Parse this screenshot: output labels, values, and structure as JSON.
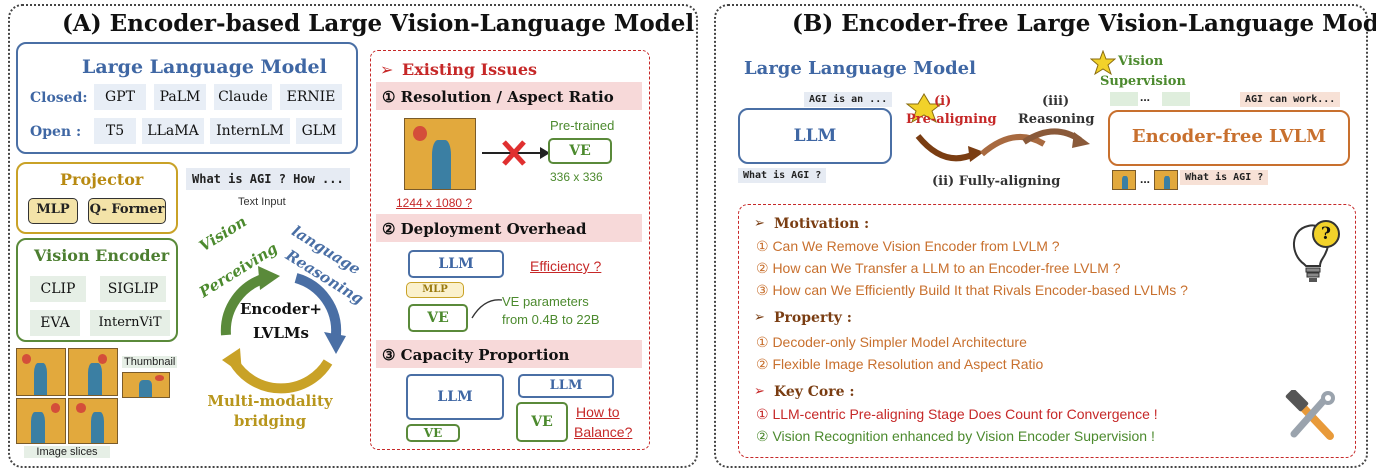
{
  "left_panel": {
    "title": "(A) Encoder-based Large Vision-Language Model",
    "llm_box": {
      "title": "Large Language Model",
      "closed_label": "Closed:",
      "closed_models": [
        "GPT",
        "PaLM",
        "Claude",
        "ERNIE"
      ],
      "open_label": "Open :",
      "open_models": [
        "T5",
        "LLaMA",
        "InternLM",
        "GLM"
      ]
    },
    "projector": {
      "title": "Projector",
      "items": [
        "MLP",
        "Q- Former"
      ]
    },
    "text_input": {
      "value": "What is AGI ? How ...",
      "caption": "Text Input"
    },
    "vision_encoder": {
      "title": "Vision Encoder",
      "items": [
        "CLIP",
        "SIGLIP",
        "EVA",
        "InternViT"
      ]
    },
    "thumbnail_label": "Thumbnail",
    "image_slices_label": "Image slices",
    "cycle": {
      "center": [
        "Encoder+",
        "LVLMs"
      ],
      "vision": [
        "Vision",
        "Perceiving"
      ],
      "language": [
        "language",
        "Reasoning"
      ],
      "multimodal": [
        "Multi-modality",
        "bridging"
      ]
    },
    "issues": {
      "title": "Existing Issues",
      "marker": "➢",
      "items": [
        {
          "label": "① Resolution / Aspect Ratio",
          "pretrained": "Pre-trained",
          "ve": "VE",
          "size_ve": "336 x 336",
          "size_img": "1244 x 1080 ?"
        },
        {
          "label": "② Deployment Overhead",
          "llm": "LLM",
          "mlp": "MLP",
          "ve": "VE",
          "efficiency": "Efficiency ?",
          "ve_params": [
            "VE parameters",
            "from 0.4B to 22B"
          ]
        },
        {
          "label": "③ Capacity Proportion",
          "llm_big": "LLM",
          "ve_small": "VE",
          "llm_small": "LLM",
          "ve_big": "VE",
          "balance": [
            "How to",
            "Balance?"
          ]
        }
      ]
    }
  },
  "right_panel": {
    "title": "(B) Encoder-free Large Vision-Language Model",
    "llm_title": "Large Language Model",
    "llm_box": "LLM",
    "llm_out": "AGI is an ...",
    "llm_in": "What is AGI ?",
    "stages": {
      "pre": [
        "(i)",
        "Pre-aligning"
      ],
      "reason": [
        "(iii)",
        "Reasoning"
      ],
      "fully": "(ii) Fully-aligning"
    },
    "vision_supervision": [
      "Vision",
      "Supervision"
    ],
    "ef_box": "Encoder-free LVLM",
    "ef_out": "AGI can work...",
    "ef_dots": "...",
    "ef_in": "What is AGI ?",
    "ef_in_dots": "...",
    "motivation": {
      "head": "Motivation :",
      "lines": [
        "① Can We Remove Vision Encoder from LVLM ?",
        "② How can We Transfer a LLM to an Encoder-free LVLM ?",
        "③ How can We Efficiently Build It that Rivals Encoder-based LVLMs ?"
      ]
    },
    "property": {
      "head": "Property :",
      "lines": [
        "① Decoder-only Simpler Model Architecture",
        "② Flexible Image Resolution and Aspect Ratio"
      ]
    },
    "key_core": {
      "head": "Key Core :",
      "lines": [
        "① LLM-centric Pre-aligning Stage Does Count for Convergence !",
        "② Vision Recognition enhanced by Vision Encoder Supervision !"
      ]
    },
    "bullet": "➢",
    "bulb_mark": "?"
  },
  "colors": {
    "blue": "#4a6fa5",
    "green": "#5a8a3a",
    "gold": "#c9a227",
    "red": "#c62828",
    "orange": "#c8702e",
    "brown": "#8a4a1e"
  }
}
